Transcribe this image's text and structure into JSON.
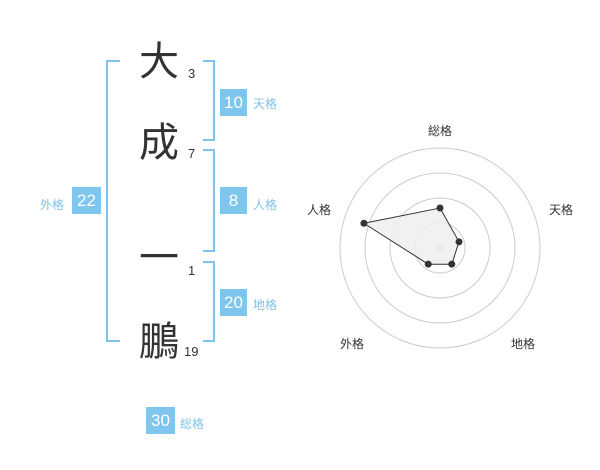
{
  "name_chars": [
    {
      "char": "大",
      "strokes": "3"
    },
    {
      "char": "成",
      "strokes": "7"
    },
    {
      "char": "一",
      "strokes": "1"
    },
    {
      "char": "鵬",
      "strokes": "19"
    }
  ],
  "kaku": {
    "tenkaku": {
      "value": "10",
      "label": "天格"
    },
    "jinkaku": {
      "value": "8",
      "label": "人格"
    },
    "chikaku": {
      "value": "20",
      "label": "地格"
    },
    "gaikaku": {
      "value": "22",
      "label": "外格"
    },
    "soukaku": {
      "value": "30",
      "label": "総格"
    }
  },
  "colors": {
    "accent": "#7fc6ef",
    "bracket": "#7fc3ea",
    "label": "#7fc3ea",
    "text": "#333333",
    "radar_grid": "#cccccc",
    "radar_fill": "#efefef"
  },
  "chart_data": {
    "type": "radar",
    "axes": [
      "総格",
      "天格",
      "地格",
      "外格",
      "人格"
    ],
    "rings": 4,
    "values": [
      2,
      1,
      1,
      1,
      4
    ],
    "max": 5
  }
}
